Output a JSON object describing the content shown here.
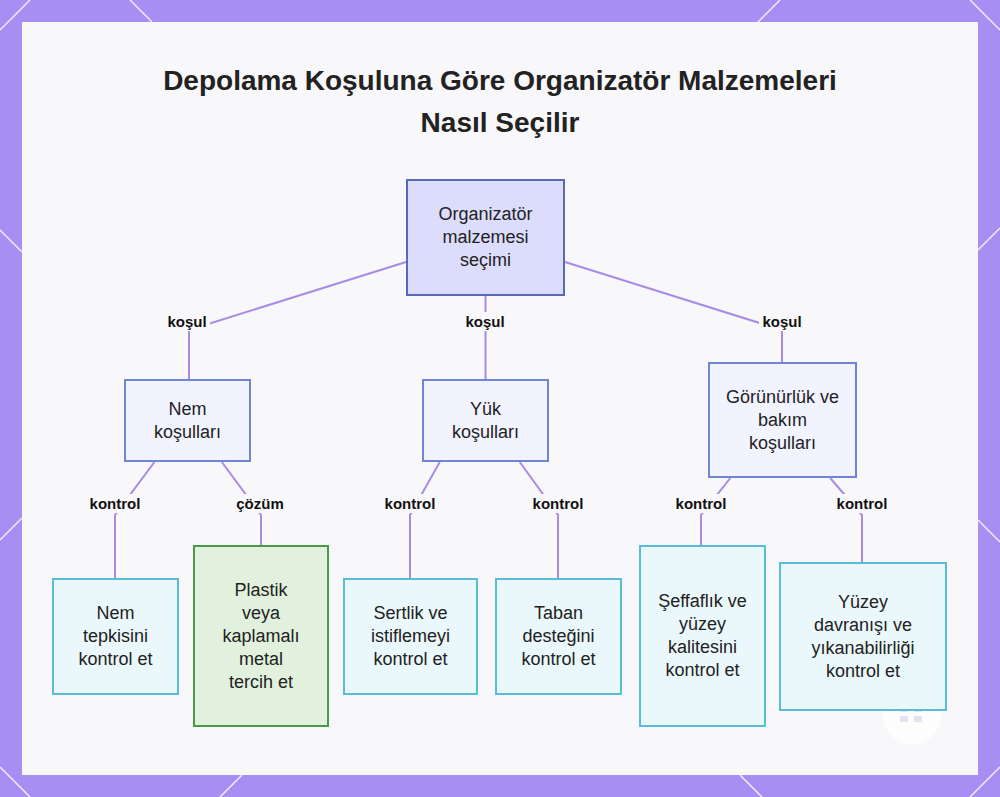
{
  "diagram": {
    "title": "Depolama Koşuluna Göre Organizatör Malzemeleri Nasıl Seçilir",
    "nodes": [
      {
        "text": [
          "Organizatör malzemesi seçimi"
        ]
      },
      {
        "text": [
          "Nem koşulları"
        ]
      },
      {
        "text": [
          "Yük koşulları"
        ]
      },
      {
        "text": [
          "Görünürlük ve bakım koşulları"
        ]
      },
      {
        "text": [
          "Nem tepkisini kontrol et"
        ]
      },
      {
        "text": [
          "Plastik veya kaplamalı metal tercih et"
        ]
      },
      {
        "text": [
          "Sertlik ve istiflemeyi kontrol et"
        ]
      },
      {
        "text": [
          "Taban desteğini kontrol et"
        ]
      },
      {
        "text": [
          "Şeffaflık ve yüzey kalitesini kontrol et"
        ]
      },
      {
        "text": [
          "Yüzey davranışı ve yıkanabilirliği kontrol et"
        ]
      }
    ],
    "edges": [
      {
        "from": 0,
        "to": 1,
        "arrow": "none",
        "label": "koşul"
      },
      {
        "from": 0,
        "to": 2,
        "arrow": "none",
        "label": "koşul"
      },
      {
        "from": 0,
        "to": 3,
        "arrow": "none",
        "label": "koşul"
      },
      {
        "from": 1,
        "to": 4,
        "arrow": "none",
        "label": "kontrol"
      },
      {
        "from": 1,
        "to": 5,
        "arrow": "none",
        "label": "çözüm"
      },
      {
        "from": 2,
        "to": 6,
        "arrow": "none",
        "label": "kontrol"
      },
      {
        "from": 2,
        "to": 7,
        "arrow": "none",
        "label": "kontrol"
      },
      {
        "from": 3,
        "to": 8,
        "arrow": "none",
        "label": "kontrol"
      },
      {
        "from": 3,
        "to": 9,
        "arrow": "none",
        "label": "kontrol"
      }
    ]
  }
}
